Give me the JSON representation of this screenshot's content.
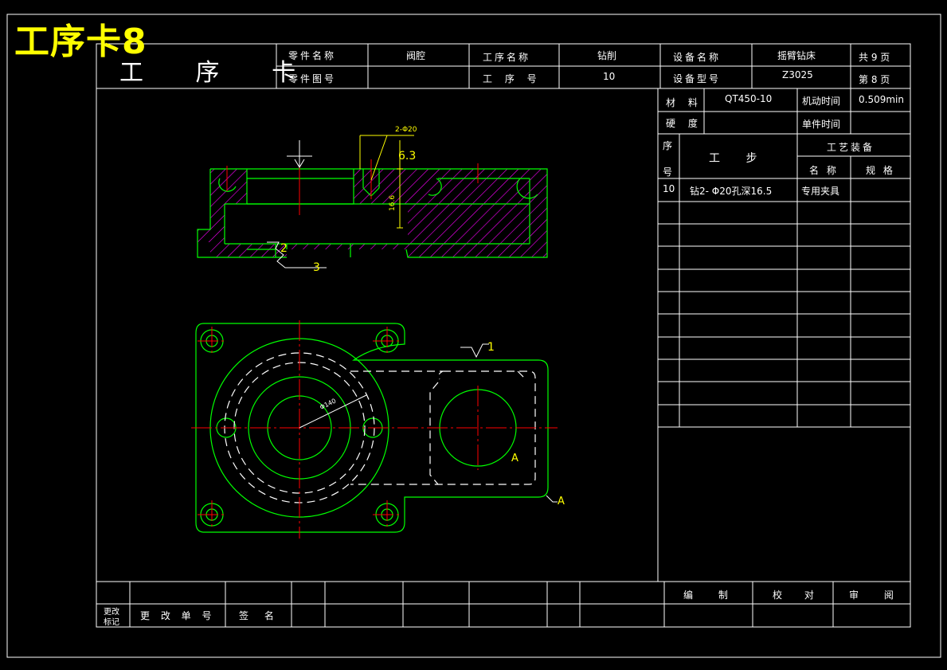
{
  "sheet_title": "工序卡8",
  "header": {
    "card_title": "工 序 卡",
    "part_name_label": "零件名称",
    "part_name_value": "阀腔",
    "part_drawing_label": "零件图号",
    "part_drawing_value": "",
    "process_name_label": "工序名称",
    "process_name_value": "钻削",
    "process_no_label": "工 序 号",
    "process_no_value": "10",
    "equipment_name_label": "设备名称",
    "equipment_name_value": "摇臂钻床",
    "equipment_model_label": "设备型号",
    "equipment_model_value": "Z3025",
    "total_pages": "共 9 页",
    "page_no": "第 8 页"
  },
  "right_panel": {
    "material_label": "材 料",
    "material_value": "QT450-10",
    "machine_time_label": "机动时间",
    "machine_time_value": "0.509min",
    "hardness_label": "硬 度",
    "hardness_value": "",
    "unit_time_label": "单件时间",
    "unit_time_value": "",
    "seq_label_top": "序",
    "seq_label_bottom": "号",
    "step_label": "工 步",
    "tooling_label": "工艺装备",
    "tool_name_label": "名 称",
    "tool_spec_label": "规 格",
    "steps": [
      {
        "seq": "10",
        "step": "钻2- Φ20孔深16.5",
        "tool_name": "专用夹具",
        "tool_spec": ""
      }
    ]
  },
  "footer": {
    "change_mark_label_1": "更改",
    "change_mark_label_2": "标记",
    "change_no_label": "更 改 单 号",
    "signature_label": "签 名",
    "compile_label": "编 制",
    "check_label": "校 对",
    "review_label": "审 阅"
  },
  "drawing_annotations": {
    "hole_callout": "2-Φ20",
    "roughness_top": "6.3",
    "depth_dim": "16.6",
    "roughness_2": "2",
    "roughness_3": "3",
    "roughness_1": "1",
    "diameter_dim": "Φ140",
    "section_mark_a1": "A",
    "section_mark_a2": "A"
  },
  "colors": {
    "outline": "#00ff00",
    "hatch": "#ff00ff",
    "centerline": "#ff0000",
    "annotation": "#ffff00",
    "frame": "#ffffff",
    "background": "#000000"
  }
}
